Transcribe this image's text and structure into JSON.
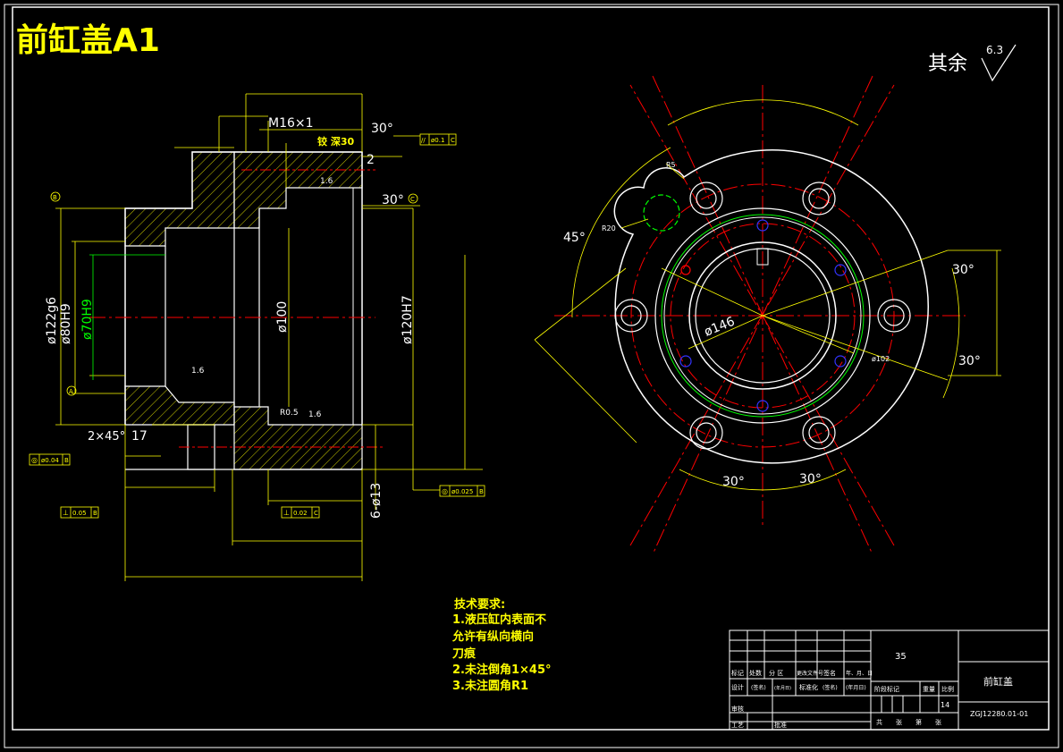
{
  "title": "前缸盖A1",
  "roughness": {
    "label": "其余",
    "value": "6.3"
  },
  "section_view": {
    "thread_label": "M16×1",
    "angle_labels": [
      "30°",
      "30°"
    ],
    "ream_label": "铰 深30",
    "dim_2": "2",
    "dim_1_6": [
      "1.6",
      "1.6",
      "1.6"
    ],
    "diameters_vertical": [
      "ø122g6",
      "ø80H9",
      "ø70H9",
      "ø100",
      "ø120H7"
    ],
    "dim_r05": "R0.5",
    "chamfer_label": "2×45°",
    "dim_17": "17",
    "holes_label": "6-ø13",
    "datum_letters": [
      "B",
      "A",
      "C"
    ],
    "tolerance_frames": [
      {
        "sym": "//",
        "val": "ø0.1",
        "datum": "C"
      },
      {
        "sym": "◎",
        "val": "ø0.04",
        "datum": "B"
      },
      {
        "sym": "◎",
        "val": "ø0.025",
        "datum": "B"
      },
      {
        "sym": "⊥",
        "val": "0.05",
        "datum": "B"
      },
      {
        "sym": "⊥",
        "val": "0.02",
        "datum": "C"
      }
    ]
  },
  "front_view": {
    "dim_r5": "R5",
    "dim_r20": "R20",
    "angle_45": "45°",
    "angle_30_labels": [
      "30°",
      "30°",
      "30°",
      "30°"
    ],
    "dia_146": "ø146",
    "dia_102": "ø102"
  },
  "notes": {
    "heading": "技术要求:",
    "lines": [
      "1.液压缸内表面不",
      "允许有纵向横向",
      "刀痕",
      "2.未注倒角1×45°",
      "3.未注圆角R1"
    ]
  },
  "title_block": {
    "part_name": "前缸盖",
    "drawing_number": "ZGJ12280.01-01",
    "material_mark": "35",
    "scale_cell": "14",
    "headers": [
      "标记",
      "处数",
      "分 区",
      "更改文件号",
      "签名",
      "年、月、日"
    ],
    "row_design": [
      "设计",
      "(签名)",
      "(年月日)",
      "标准化",
      "(签名)",
      "(年月日)"
    ],
    "columns_right": [
      "阶段标记",
      "重量",
      "比例"
    ],
    "bottom_row": [
      "共",
      "张",
      "第",
      "张"
    ],
    "left_labels": [
      "审核",
      "工艺",
      "批准"
    ]
  },
  "colors": {
    "yellow": "#ffff00",
    "red": "#ff0000",
    "white": "#ffffff",
    "green": "#00ff00",
    "blue": "#3333ff"
  }
}
